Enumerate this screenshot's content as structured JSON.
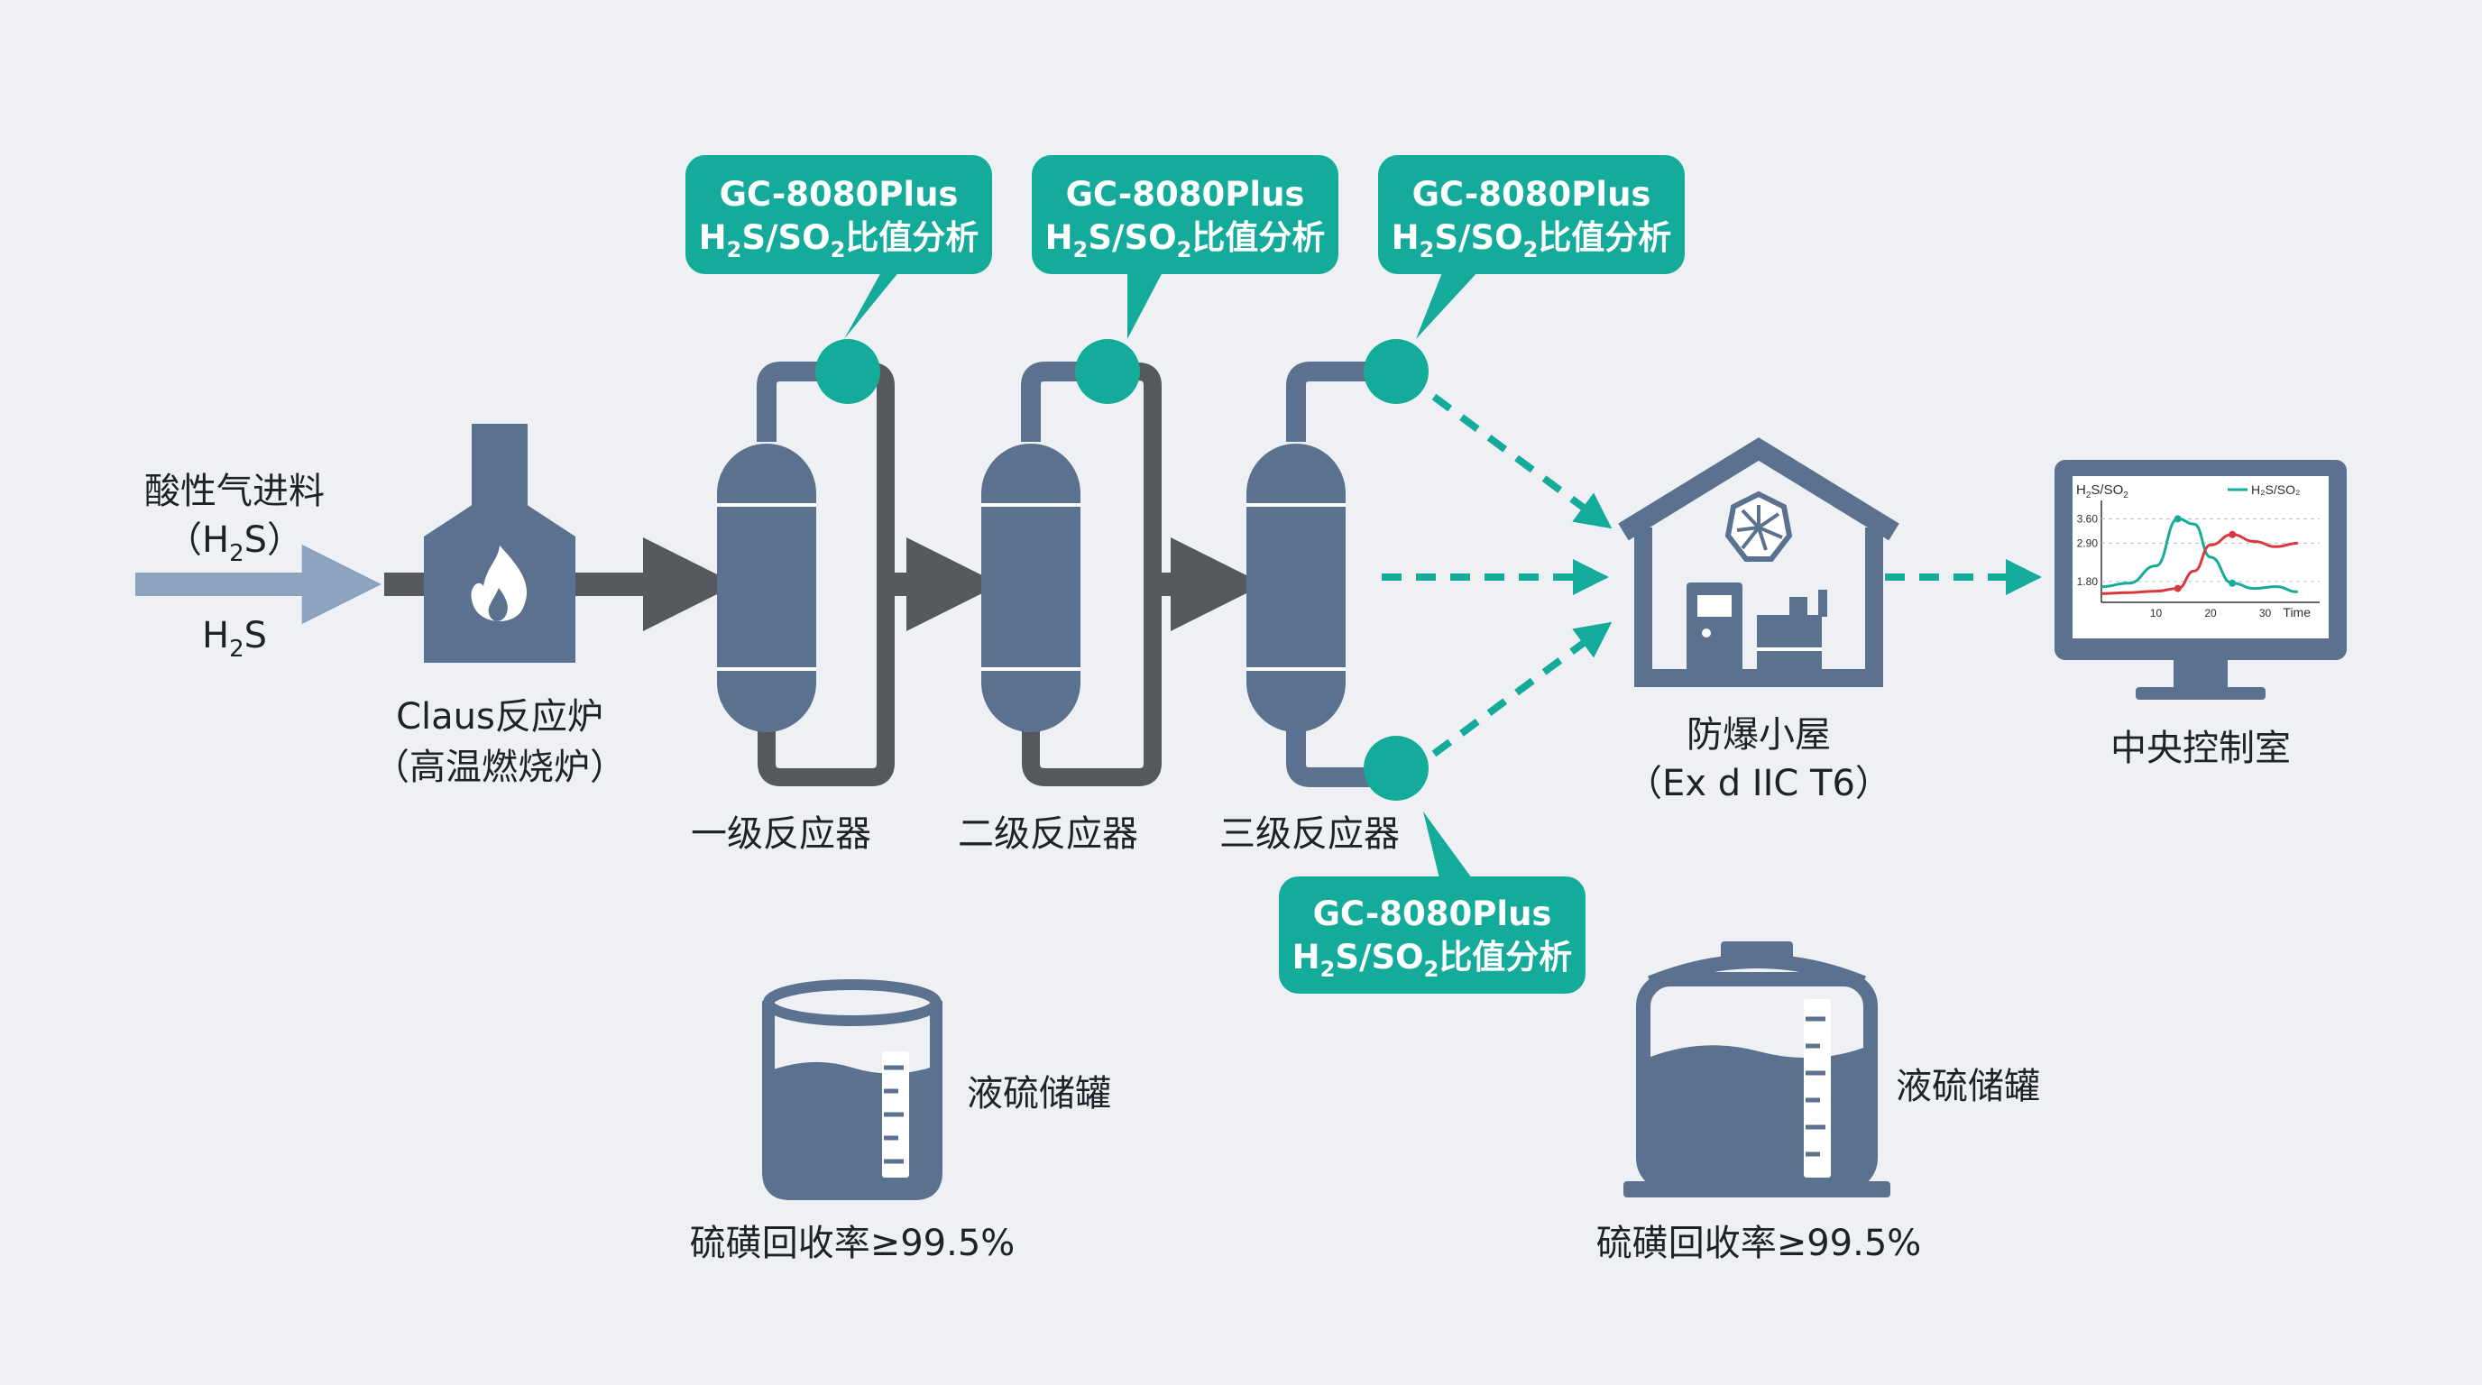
{
  "colors": {
    "slate": "#5a7290",
    "teal": "#14ab9a",
    "arrow_gray": "#55585d",
    "feed_arrow": "#8ea3bd",
    "bg": "#eef0f4"
  },
  "feed": {
    "title": "酸性气进料",
    "formula_open": "（H",
    "formula_sub": "2",
    "formula_close": "S）",
    "arrow_label_main": "H",
    "arrow_label_sub": "2",
    "arrow_label_tail": "S"
  },
  "furnace": {
    "line1": "Claus反应炉",
    "line2": "（高温燃烧炉）",
    "icon": "furnace-flame-icon"
  },
  "reactors": [
    {
      "label": "一级反应器"
    },
    {
      "label": "二级反应器"
    },
    {
      "label": "三级反应器"
    }
  ],
  "analyzer": {
    "model": "GC-8080Plus",
    "t1": "H",
    "s1": "2",
    "t2": "S/SO",
    "s2": "2",
    "t3": "比值分析"
  },
  "house": {
    "line1": "防爆小屋",
    "line2": "（Ex d IIC T6）",
    "icon": "explosion-hazard-icon"
  },
  "control": {
    "label": "中央控制室",
    "icon": "monitor-icon"
  },
  "tanks": [
    {
      "label": "液硫储罐",
      "recovery": "硫磺回收率≥99.5%"
    },
    {
      "label": "液硫储罐",
      "recovery": "硫磺回收率≥99.5%"
    }
  ],
  "chart_data": {
    "type": "line",
    "title_main": "H",
    "title_sub": "2",
    "title_tail": "S/SO",
    "title_sub2": "2",
    "legend": "H₂S/SO₂",
    "xlabel": "Time",
    "x_ticks": [
      "10",
      "20",
      "30"
    ],
    "y_ticks": [
      "3.60",
      "2.90",
      "1.80"
    ],
    "xlim": [
      0,
      40
    ],
    "ylim": [
      1.2,
      4.0
    ],
    "series": [
      {
        "color": "#14ab9a",
        "x": [
          0,
          5,
          10,
          14,
          17,
          20,
          24,
          28,
          32,
          36
        ],
        "y": [
          1.65,
          1.75,
          2.25,
          3.6,
          3.45,
          2.5,
          1.75,
          1.6,
          1.65,
          1.5
        ]
      },
      {
        "color": "#d9383f",
        "x": [
          0,
          5,
          10,
          14,
          17,
          20,
          24,
          28,
          32,
          36
        ],
        "y": [
          1.45,
          1.48,
          1.52,
          1.6,
          2.1,
          2.85,
          3.15,
          2.95,
          2.8,
          2.9
        ]
      }
    ]
  }
}
